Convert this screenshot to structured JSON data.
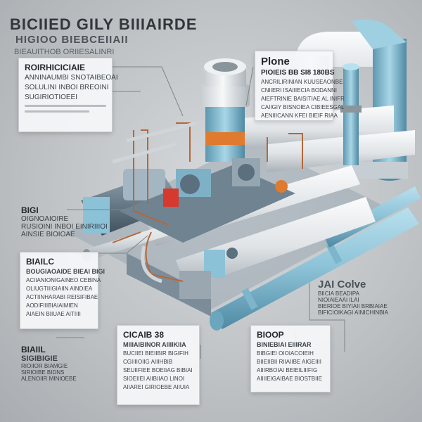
{
  "header": {
    "title": "BICIIED GILY BIIIAIRDE",
    "subtitle": "HIGIOO BIEBCEIIAII",
    "tagline": "BIEAUITHOB ORIIESALINRI"
  },
  "panel_top_left": {
    "heading": "ROIRHICICIAIE",
    "lines": [
      "ANNINAUMBI SNOTAIBEOAI",
      "SOLULINI INBOI BREOINI",
      "SUGIRIOTIOEEI"
    ]
  },
  "panel_top_right": {
    "heading": "Plone",
    "subheading": "PIOIEIS BB SI8 180BS",
    "lines": [
      "ANCRILIRINIAN KUUSEAONBE",
      "CNIIERI ISAIIIECIA BODANNI",
      "AIEFTRINIE BAISITIAE AL INIFR",
      "CAIIGIY BISNOIEA CIBIEESGAL",
      "AENIIICANN KFEI BIEIF RIAA"
    ]
  },
  "label_mid_left": {
    "heading": "BIGI",
    "lines": [
      "OIGNOAIOIRE",
      "RUSIOINI INBOI EINIRIIIOI",
      "AINSIE BIOIOAE"
    ]
  },
  "panel_mid_left": {
    "heading": "BIAILC",
    "subheading": "BOUGIAOAIDE BIEAI BIGI",
    "lines": [
      "ACIIANIONIGAINEO CEBINA",
      "OLIUGTIIIGIAIIN AINDIEA",
      "ACTIINHARABI REISIFIBAE",
      "AODIFIIIBIAIAIMIEN",
      "AIAEIN BIIUAE AITIIII"
    ]
  },
  "label_right": {
    "heading": "JAI Colve",
    "lines": [
      "BIICIA BEADIPA",
      "NIOIAIEAAI ILAI",
      "BIERIOE BIYIAII BRBIAIAE",
      "BIFICIOIKAGI AINICHINBIA"
    ]
  },
  "label_bottom_left": {
    "heading": "BIAIIL",
    "subheading": "SIGIBIGIE",
    "lines": [
      "RIOIIOR BIAMGIE",
      "SIRIOIBE BIDNS",
      "ALENOIIR MINIOEBE"
    ]
  },
  "panel_bottom_center": {
    "heading": "CICAIB 38",
    "subheading": "MIIIAIBINOR AIIIIKIIA",
    "lines": [
      "BUCIIEI BIEIIBIR BIGIFIH",
      "CGIIIIOIIG AIIIHBIB",
      "SEUIIFIEE BOEIIAG BIBIAI",
      "SIOEIIEI AIIBIIAO LINOI",
      "AIIAREI GIRIOEBE AIIUIA"
    ]
  },
  "panel_bottom_right": {
    "heading": "BIOOP",
    "subheading": "BINIEBIAI EIIIRAR",
    "lines": [
      "BIBGIEI OIOIACOIEIH",
      "BIIEIIBII RIIAIIBE AIGEIIII",
      "AIIIRBOIAI BEIEILIIIFIG",
      "AIIIIEIGAIBAE BIOSTBIIE"
    ]
  },
  "colors": {
    "pipe_white": "#e9ecee",
    "pipe_blue": "#8fc4d8",
    "accent_orange": "#e07a2e",
    "accent_red": "#d63a2f",
    "machine_dark": "#5b6f7e",
    "wire_copper": "#b5673a"
  }
}
